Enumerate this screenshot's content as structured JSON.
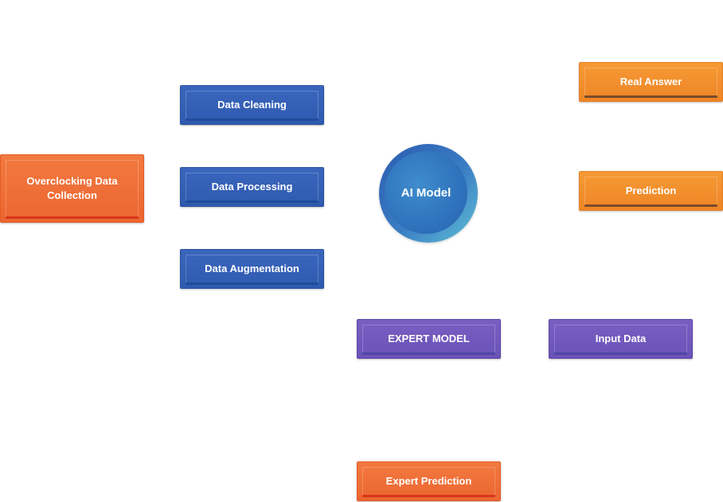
{
  "nodes": {
    "overclocking_data_collection": "Overclocking Data Collection",
    "data_cleaning": "Data Cleaning",
    "data_processing": "Data Processing",
    "data_augmentation": "Data Augmentation",
    "ai_model": "AI Model",
    "real_answer": "Real Answer",
    "prediction": "Prediction",
    "expert_model": "EXPERT MODEL",
    "input_data": "Input Data",
    "expert_prediction": "Expert Prediction"
  },
  "colors": {
    "blue": "#3460b6",
    "orange": "#f28f2c",
    "red_orange": "#ef6f36",
    "purple": "#7058bd",
    "circle_gradient_start": "#2a5cb0",
    "circle_gradient_end": "#5fc0d6"
  }
}
